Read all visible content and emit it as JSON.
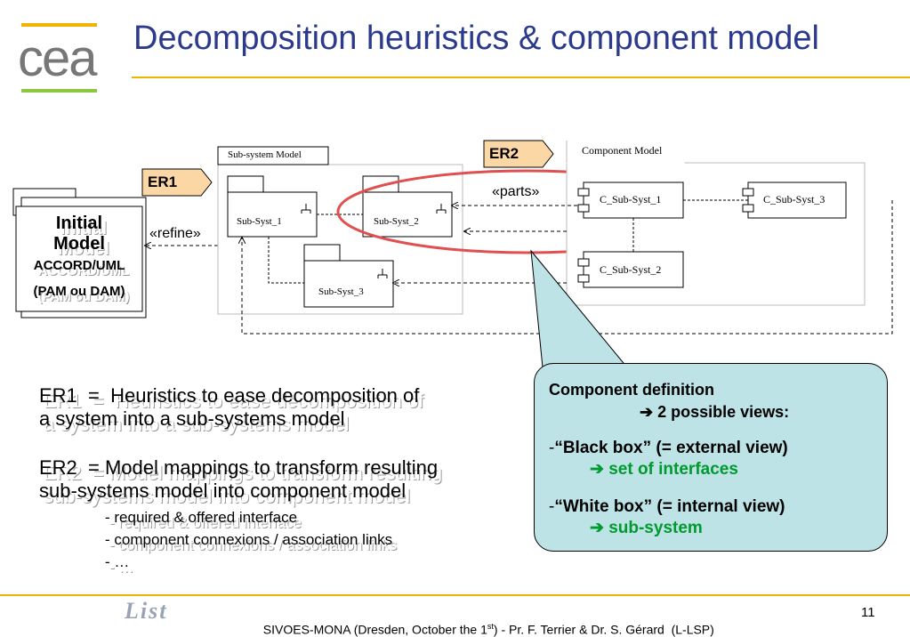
{
  "header": {
    "logo_text": "cea",
    "title": "Decomposition heuristics & component model"
  },
  "diagram": {
    "initial_model": {
      "line1": "Initial",
      "line2": "Model",
      "line3": "ACCORD/UML",
      "line4": "(PAM ou DAM)"
    },
    "refine_label": "«refine»",
    "er1_tag": "ER1",
    "er2_tag": "ER2",
    "subsystem_model": {
      "title": "Sub-system Model",
      "parts": [
        "Sub-Syst_1",
        "Sub-Syst_2",
        "Sub-Syst_3"
      ]
    },
    "parts_label": "«parts»",
    "component_model": {
      "title": "Component Model",
      "components": [
        "C_Sub-Syst_1",
        "C_Sub-Syst_3",
        "C_Sub-Syst_2"
      ]
    }
  },
  "text": {
    "er1_line1": "ER1  =  Heuristics to ease decomposition of",
    "er1_line2": "a system into a sub-systems model",
    "er2_line1": "ER2  = Model mappings to transform resulting",
    "er2_line2": "sub-systems model into component model",
    "bullets": [
      "- required & offered interface",
      "- component connexions / association links",
      "- …"
    ]
  },
  "callout": {
    "title": "Component definition",
    "views": "2 possible views:",
    "black_box": "“Black box” (= external view)",
    "black_box_result": "set of interfaces",
    "white_box": "“White box” (= internal view)",
    "white_box_result": "sub-system",
    "dash": "-",
    "arrow": "➔"
  },
  "footer": {
    "logo": "List",
    "text_before_sup": "SIVOES-MONA (Dresden, October the 1",
    "sup": "st",
    "text_after_sup": ") - Pr. F. Terrier & Dr. S. Gérard  (L-LSP)",
    "page_number": "11"
  },
  "colors": {
    "title_blue": "#2b3a8c",
    "accent_yellow": "#f0b400",
    "logo_green": "#8dc63f",
    "tag_fill": "#fbd7a6",
    "callout_fill": "#bde3e6",
    "ellipse_red": "#e05050",
    "green_text": "#009a2e"
  }
}
